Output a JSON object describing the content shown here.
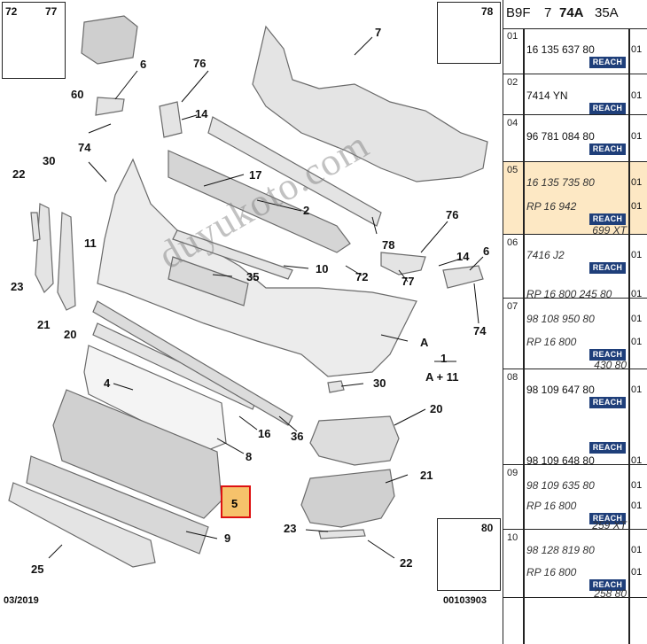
{
  "diagram": {
    "corner_labels": {
      "tl_a": "72",
      "tl_b": "77",
      "tr": "78",
      "br": "80"
    },
    "footer_left": "03/2019",
    "footer_right": "00103903",
    "watermark": "duyukoto.com",
    "highlighted_label": "5",
    "callouts": {
      "c60": "60",
      "c6a": "6",
      "c76a": "76",
      "c14a": "14",
      "c7": "7",
      "c74a": "74",
      "c30a": "30",
      "c22a": "22",
      "c17": "17",
      "c2": "2",
      "c11": "11",
      "c23a": "23",
      "c21a": "21",
      "c20a": "20",
      "c35": "35",
      "c10": "10",
      "c72": "72",
      "c78": "78",
      "c76b": "76",
      "c14b": "14",
      "c6b": "6",
      "c77": "77",
      "c74b": "74",
      "cA": "A",
      "c1": "1",
      "cA11": "A + 11",
      "c4": "4",
      "c30b": "30",
      "c16": "16",
      "c36": "36",
      "c20b": "20",
      "c8": "8",
      "c21b": "21",
      "c23b": "23",
      "c9": "9",
      "c25": "25",
      "c22b": "22"
    }
  },
  "panel": {
    "header": {
      "a": "B9F",
      "b": "7",
      "c": "74A",
      "d": "35A"
    },
    "reach_label": "REACH",
    "rows": [
      {
        "num": "01",
        "lines": [
          {
            "pn": "16 135 637 80",
            "qty": "01",
            "reach": true
          }
        ]
      },
      {
        "num": "02",
        "lines": [
          {
            "pn": "7414 YN",
            "qty": "01",
            "reach": true
          }
        ]
      },
      {
        "num": "04",
        "lines": [
          {
            "pn": "96 781 084 80",
            "qty": "01",
            "reach": true
          }
        ]
      },
      {
        "num": "05",
        "highlight": true,
        "lines": [
          {
            "pn": "16 135 735 80",
            "qty": "01",
            "italic": true
          },
          {
            "pn": "RP 16 942",
            "qty": "01",
            "reach": true,
            "italic": true
          },
          {
            "pn": "699 XT",
            "italic": true
          }
        ]
      },
      {
        "num": "06",
        "lines": [
          {
            "pn": "7416 J2",
            "qty": "01",
            "reach": true,
            "italic": true
          },
          {
            "pn": "RP 16 800 245 80",
            "qty": "01",
            "italic": true
          }
        ]
      },
      {
        "num": "07",
        "lines": [
          {
            "pn": "98 108 950 80",
            "qty": "01",
            "italic": true
          },
          {
            "pn": "RP 16 800",
            "qty": "01",
            "reach": true,
            "italic": true
          },
          {
            "pn": "430 80",
            "italic": true
          }
        ]
      },
      {
        "num": "08",
        "lines": [
          {
            "pn": "98 109 647 80",
            "qty": "01",
            "reach": true
          },
          {
            "pn": "98 109 648 80",
            "qty": "01",
            "reach": true
          }
        ]
      },
      {
        "num": "09",
        "lines": [
          {
            "pn": "98 109 635 80",
            "qty": "01",
            "italic": true
          },
          {
            "pn": "RP 16 800",
            "qty": "01",
            "reach": true,
            "italic": true
          },
          {
            "pn": "259 XT",
            "italic": true
          }
        ]
      },
      {
        "num": "10",
        "lines": [
          {
            "pn": "98 128 819 80",
            "qty": "01",
            "italic": true
          },
          {
            "pn": "RP 16 800",
            "qty": "01",
            "reach": true,
            "italic": true
          },
          {
            "pn": "258 80",
            "italic": true
          }
        ]
      }
    ]
  }
}
